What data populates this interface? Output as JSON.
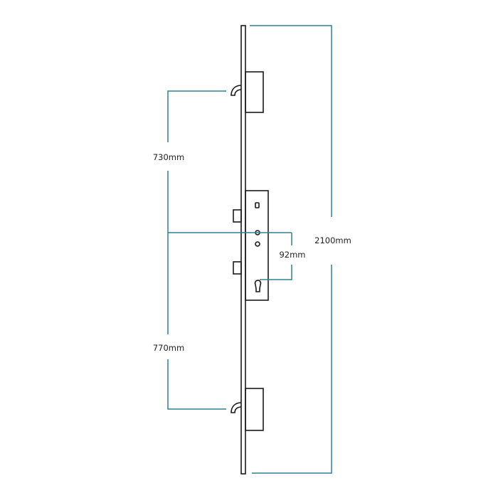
{
  "colors": {
    "outline": "#1a1a1a",
    "dimension": "#2f8096",
    "background": "#ffffff"
  },
  "dimensions": {
    "top_hook_to_centre": "730mm",
    "centre_to_bottom_hook": "770mm",
    "centre_to_cylinder": "92mm",
    "overall_length": "2100mm"
  }
}
